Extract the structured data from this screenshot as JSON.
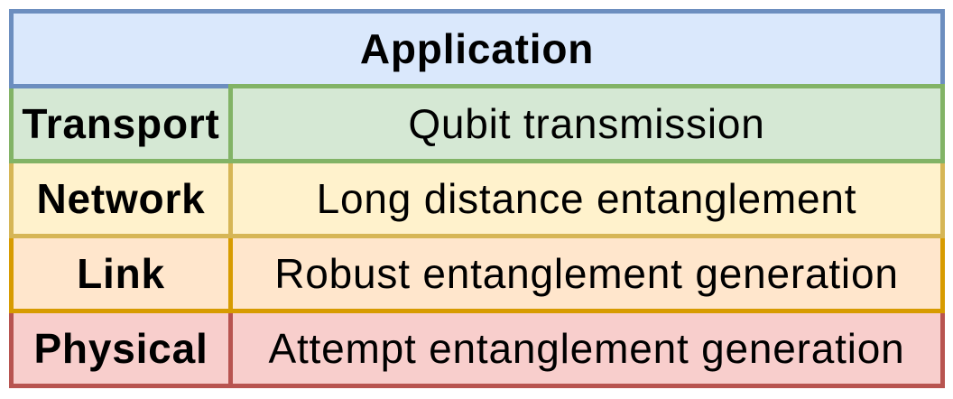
{
  "diagram": {
    "kind": "quantum-network-protocol-stack",
    "background": "#ffffff",
    "text_color": "#000000",
    "header": {
      "label": "Application",
      "fill": "#dae8fc",
      "stroke": "#6c8ebf"
    },
    "layers": [
      {
        "name": "Transport",
        "function": "Qubit transmission",
        "fill": "#d5e8d4",
        "stroke": "#82b366"
      },
      {
        "name": "Network",
        "function": "Long distance entanglement",
        "fill": "#fff2cc",
        "stroke": "#d6b656"
      },
      {
        "name": "Link",
        "function": "Robust entanglement generation",
        "fill": "#ffe6cc",
        "stroke": "#d79b00"
      },
      {
        "name": "Physical",
        "function": "Attempt entanglement generation",
        "fill": "#f8cecc",
        "stroke": "#b85450"
      }
    ]
  }
}
